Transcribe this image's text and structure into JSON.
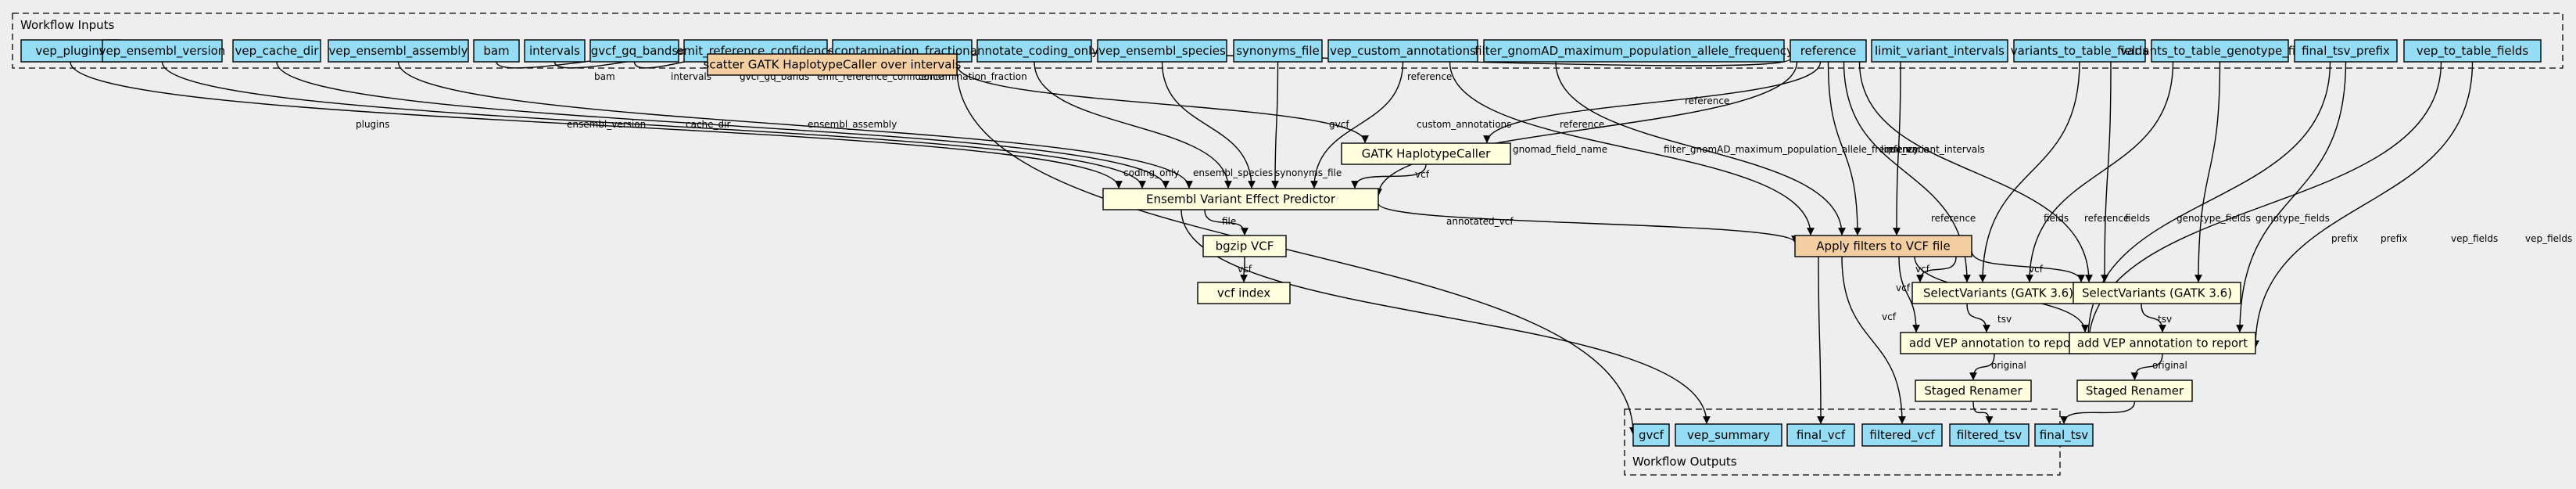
{
  "clusters": {
    "inputs_label": "Workflow Inputs",
    "outputs_label": "Workflow Outputs"
  },
  "colors": {
    "input": "#94ddf4",
    "subworkflow": "#f3cea1",
    "step": "#ffffe0",
    "output": "#94ddf4",
    "background": "#eeeeee"
  },
  "inputs": [
    "vep_plugins",
    "vep_ensembl_version",
    "vep_cache_dir",
    "vep_ensembl_assembly",
    "bam",
    "intervals",
    "gvcf_gq_bands",
    "emit_reference_confidence",
    "contamination_fraction",
    "annotate_coding_only",
    "vep_ensembl_species",
    "synonyms_file",
    "vep_custom_annotations",
    "filter_gnomAD_maximum_population_allele_frequency",
    "reference",
    "limit_variant_intervals",
    "variants_to_table_fields",
    "variants_to_table_genotype_fields",
    "final_tsv_prefix",
    "vep_to_table_fields"
  ],
  "steps": {
    "scatter": "scatter GATK HaplotypeCaller over intervals",
    "haplotypecaller": "GATK HaplotypeCaller",
    "vep": "Ensembl Variant Effect Predictor",
    "bgzip": "bgzip VCF",
    "index": "vcf index",
    "filter": "Apply filters to VCF file",
    "select1": "SelectVariants (GATK 3.6)",
    "select2": "SelectVariants (GATK 3.6)",
    "addvep1": "add VEP annotation to report",
    "addvep2": "add VEP annotation to report",
    "rename1": "Staged Renamer",
    "rename2": "Staged Renamer"
  },
  "outputs": [
    "gvcf",
    "vep_summary",
    "final_vcf",
    "filtered_vcf",
    "filtered_tsv",
    "final_tsv"
  ],
  "edge_labels": [
    "plugins",
    "ensembl_version",
    "cache_dir",
    "ensembl_assembly",
    "bam",
    "intervals",
    "gvcf_gq_bands",
    "emit_reference_confidence",
    "contamination_fraction",
    "reference",
    "coding_only",
    "ensembl_species",
    "synonyms_file",
    "gvcf",
    "custom_annotations",
    "reference",
    "vcf",
    "gnomad_field_name",
    "filter_gnomAD_maximum_population_allele_frequency",
    "reference",
    "reference",
    "limit_variant_intervals",
    "reference",
    "fields",
    "reference",
    "fields",
    "genotype_fields",
    "genotype_fields",
    "prefix",
    "prefix",
    "vep_fields",
    "vep_fields",
    "file",
    "vcf",
    "annotated_vcf",
    "vcf",
    "vcf",
    "vcf",
    "vcf",
    "tsv",
    "tsv",
    "original",
    "original"
  ]
}
